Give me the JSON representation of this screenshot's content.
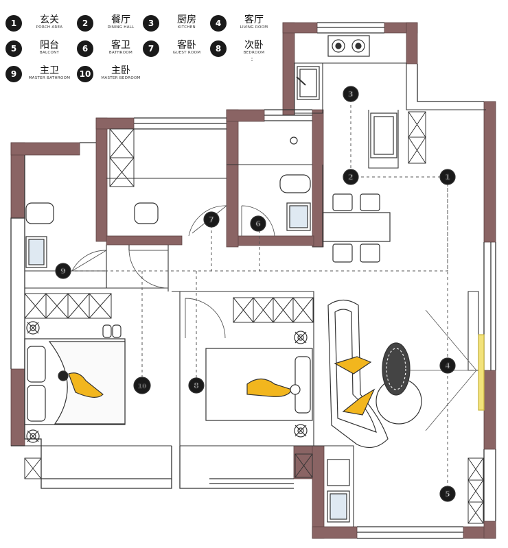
{
  "legend": [
    {
      "num": "1",
      "cn": "玄关",
      "en": "PORCH AREA"
    },
    {
      "num": "2",
      "cn": "餐厅",
      "en": "DINING HALL"
    },
    {
      "num": "3",
      "cn": "厨房",
      "en": "KITCHEN"
    },
    {
      "num": "4",
      "cn": "客厅",
      "en": "LIVING ROOM"
    },
    {
      "num": "5",
      "cn": "阳台",
      "en": "BALCONY"
    },
    {
      "num": "6",
      "cn": "客卫",
      "en": "BATHROOM"
    },
    {
      "num": "7",
      "cn": "客卧",
      "en": "GUEST ROOM"
    },
    {
      "num": "8",
      "cn": "次卧",
      "en": "BEDROOM",
      "extra": ":"
    },
    {
      "num": "9",
      "cn": "主卫",
      "en": "MASTER BATHROOM"
    },
    {
      "num": "10",
      "cn": "主卧",
      "en": "MASTER BEDROOM"
    }
  ],
  "markers": [
    "1",
    "2",
    "3",
    "4",
    "5",
    "6",
    "7",
    "8",
    "9",
    "10"
  ],
  "colors": {
    "wall": "#8a6464",
    "line": "#333333",
    "marker": "#1a1a1a",
    "accent": "#f2b61e"
  }
}
